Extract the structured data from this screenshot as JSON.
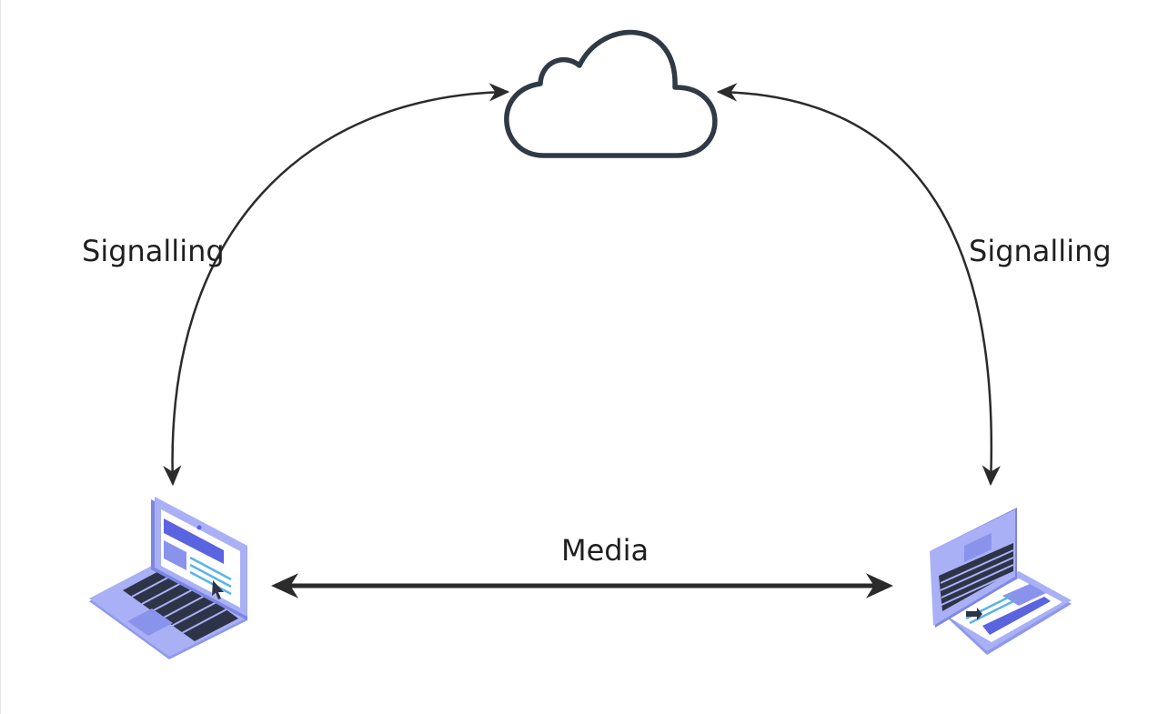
{
  "labels": {
    "signalling_left": "Signalling",
    "signalling_right": "Signalling",
    "media": "Media"
  },
  "nodes": {
    "server": {
      "icon": "cloud-icon"
    },
    "peer_left": {
      "icon": "laptop-icon"
    },
    "peer_right": {
      "icon": "laptop-icon"
    }
  },
  "colors": {
    "stroke": "#2b2b2b",
    "cloud": "#2f3a45",
    "laptop_body": "#a9b0f5",
    "laptop_dark": "#7d86e6",
    "laptop_screen": "#ffffff",
    "laptop_accent": "#5a63e0",
    "laptop_keys": "#2e3447",
    "laptop_lines": "#5ab3e6"
  }
}
